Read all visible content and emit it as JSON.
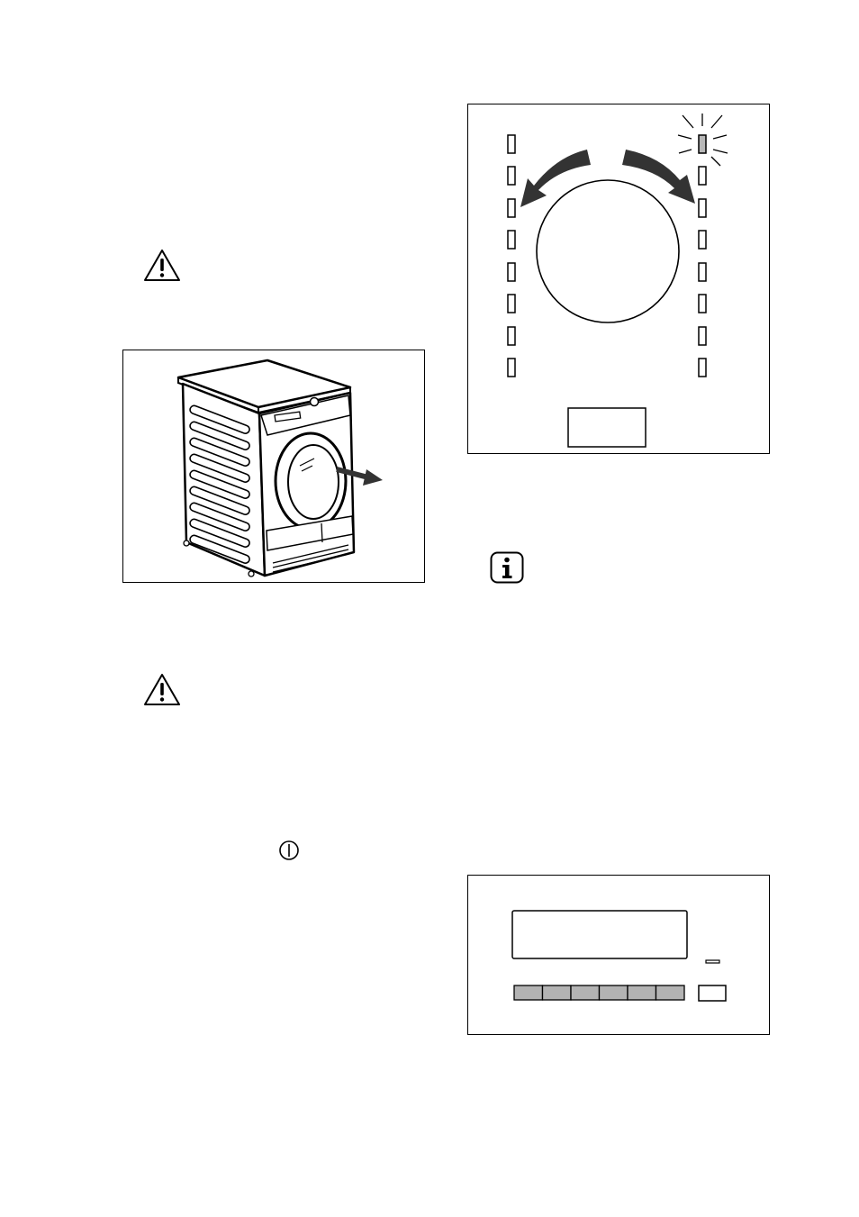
{
  "icons": {
    "warning_1": "warning-triangle-icon",
    "warning_2": "warning-triangle-icon",
    "info": "info-icon",
    "power": "power-icon"
  },
  "figures": {
    "dryer": {
      "depicts": "dryer-door-open-arrow"
    },
    "dial_panel": {
      "left_indicator_count": 8,
      "right_indicator_count": 8,
      "lit_indicator": "right-top"
    },
    "display_panel": {
      "button_count": 6
    }
  },
  "colors": {
    "line": "#000000",
    "lit_fill": "#b8b8b8",
    "button_fill": "#b3b3b3",
    "arrow": "#333333"
  }
}
